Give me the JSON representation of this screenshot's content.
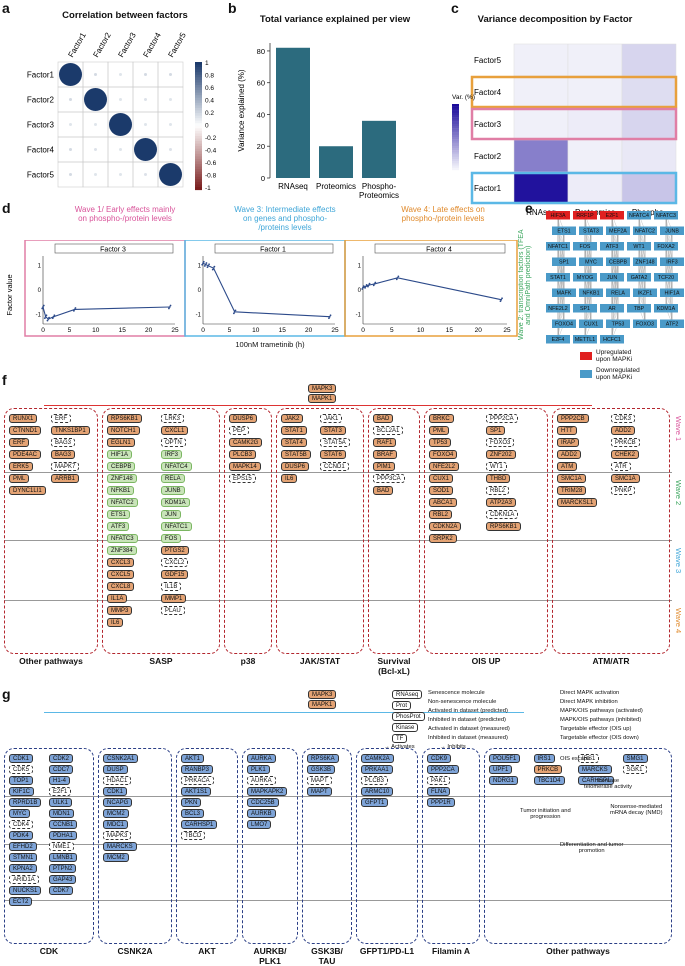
{
  "panels": {
    "a": {
      "letter": "a",
      "title": "Correlation between factors",
      "factors": [
        "Factor1",
        "Factor2",
        "Factor3",
        "Factor4",
        "Factor5"
      ],
      "colorbar_ticks": [
        "1",
        "0.8",
        "0.6",
        "0.4",
        "0.2",
        "0",
        "-0.2",
        "-0.4",
        "-0.6",
        "-0.8",
        "-1"
      ],
      "colors": {
        "positive": "#1b3a6b",
        "negative": "#7a1f1f",
        "weak": "#d6e6f2"
      }
    },
    "b": {
      "letter": "b",
      "title": "Total variance explained per view",
      "ylabel": "Variance explained (%)",
      "color": "#2c6b7e"
    },
    "c": {
      "letter": "c",
      "title": "Variance decomposition by Factor",
      "factors": [
        "Factor5",
        "Factor4",
        "Factor3",
        "Factor2",
        "Factor1"
      ],
      "views": [
        "RNAseq",
        "Proteomics",
        "Phospho-\nProteomics"
      ],
      "legend_title": "Var. (%)",
      "highlight_colors": {
        "Factor4": "#e8a03c",
        "Factor3": "#e07ea5",
        "Factor1": "#5bb8e6"
      }
    },
    "d": {
      "letter": "d",
      "wave1": "Wave 1/ Early effects mainly\non phospho-/protein levels",
      "wave3": "Wave 3: Intermediate effects\non genes and phospho-\n/proteins levels",
      "wave4": "Wave 4: Late effects on\nphospho-/protein levels",
      "ylabel": "Factor value",
      "xlabel": "100nM trametinib (h)",
      "plots": [
        {
          "name": "Factor 3",
          "border": "#e07ea5"
        },
        {
          "name": "Factor 1",
          "border": "#5bb8e6"
        },
        {
          "name": "Factor 4",
          "border": "#e8a03c"
        }
      ],
      "x_ticks": [
        "0",
        "5",
        "10",
        "15",
        "20",
        "25"
      ]
    },
    "e": {
      "letter": "e",
      "side_label": "Wave 2: transcription factors (TFEA\nand OmniPath prediction)",
      "legend_up": "Upregulated\nupon MAPKi",
      "legend_down": "Downregulated\nupon MAPKi",
      "up_color": "#e02020",
      "down_color": "#4a9ac8",
      "nodes_up": [
        "HIF3A",
        "RRF1P",
        "E2F1"
      ],
      "nodes_down": [
        "NFATC4",
        "NFATC3",
        "ETS1",
        "STAT3",
        "MEF2A",
        "NFATC2",
        "JUNB",
        "NFATC1",
        "FOS",
        "ATF3",
        "WT1",
        "FOXA2",
        "SP1",
        "MYC",
        "CEBPB",
        "ZNF148",
        "IRF3",
        "STAT1",
        "MYOG",
        "JUN",
        "GATA2",
        "TCF20",
        "MAFK",
        "NFKB1",
        "RELA",
        "IKZF1",
        "HIF1A",
        "NFE2L2",
        "SP1",
        "AR",
        "TBP",
        "KDM1A",
        "FOXO4",
        "CUX1",
        "TP53",
        "FOXO3",
        "ATF2",
        "E2F4",
        "METTL1",
        "HCFC1"
      ]
    },
    "f": {
      "letter": "f",
      "top_nodes": [
        "MAPK3",
        "MAPK1"
      ],
      "groups": [
        "Other pathways",
        "SASP",
        "p38",
        "JAK/STAT",
        "Survival\n(Bcl-xL)",
        "OIS UP",
        "ATM/ATR"
      ],
      "waves": [
        "Wave 1",
        "Wave 2",
        "Wave 3",
        "Wave 4"
      ],
      "nodes": {
        "other": [
          "RUNX1",
          "ERF",
          "CTNND1",
          "TNKS1BP1",
          "ERF",
          "BAG3",
          "PDE4AC",
          "BAG3",
          "ERK5",
          "MAPK7",
          "PML",
          "ARRB1",
          "DYNC1LI1"
        ],
        "sasp": [
          "RPS6KB1",
          "LRK3",
          "NOTCH1",
          "CXCL1",
          "EGLN1",
          "OPTN",
          "HIF1A",
          "IRF3",
          "CEBPB",
          "NFATC4",
          "ZNF148",
          "RELA",
          "NFKB1",
          "JUNB",
          "NFATC2",
          "KDM1A",
          "ETS1",
          "JUN",
          "ATF3",
          "NFATC1",
          "NFATC3",
          "FOS",
          "ZNF384",
          "PTGS2",
          "CXCL3",
          "CXCL2",
          "CXCL5",
          "GDF15",
          "CXCL8",
          "IL1B",
          "IL1A",
          "MMP1",
          "MMP3",
          "PLAU",
          "IL6"
        ],
        "p38": [
          "DUSP6",
          "PEP",
          "CAMK2G",
          "PLCB3",
          "MAPK14",
          "EPS15"
        ],
        "jak": [
          "JAK2",
          "JAK1",
          "STAT1",
          "STAT3",
          "STAT4",
          "STAT5A",
          "STAT5B",
          "STAT6",
          "DUSP6",
          "CCND1",
          "IL6"
        ],
        "survival": [
          "BAD",
          "BCL2A1",
          "RAF1",
          "BRAF",
          "PIM1",
          "PPP3CA",
          "BAD"
        ],
        "ois": [
          "BRKC",
          "PPP2CA",
          "PML",
          "SP1",
          "TP53",
          "FOXO3",
          "FOXO4",
          "ZNF202",
          "NFE2L2",
          "WT1",
          "CUX1",
          "THBD",
          "SOD1",
          "RBL2",
          "ABCA1",
          "ATP2A3",
          "RBL2",
          "CDKN1A",
          "CDKN2A",
          "RPS6KB1",
          "SRPK2"
        ],
        "atm": [
          "PPP2CB",
          "CDK3",
          "HTT",
          "ADD2",
          "IRAP",
          "PRKCB",
          "ADD2",
          "CHEK2",
          "ATM",
          "ATR",
          "SMC1A",
          "SMC1A",
          "TRIM28",
          "PNKP",
          "MARCKSL1"
        ]
      }
    },
    "g": {
      "letter": "g",
      "top_nodes": [
        "MAPK3",
        "MAPK1"
      ],
      "groups": [
        "CDK",
        "CSNK2A",
        "AKT",
        "AURKB/\nPLK1",
        "GSK3B/\nTAU",
        "GFPT1/PD-L1",
        "Filamin A",
        "Other pathways"
      ],
      "legend": {
        "molecule_types": [
          "RNAseq",
          "Prot",
          "PhosProt",
          "Kinase",
          "TF"
        ],
        "senescence": "Senescence molecule",
        "non_senescence": "Non-senescence molecule",
        "activated_pred": "Activated in dataset (predicted)",
        "inhibited_pred": "Inhibited in dataset (predicted)",
        "activated_meas": "Activated in dataset (measured)",
        "inhibited_meas": "Inhibited in dataset (measured)",
        "activates": "Activates",
        "inhibits": "Inhibits",
        "direct_act": "Direct MAPK activation",
        "direct_inh": "Direct MAPK inhibition",
        "mapk_act": "MAPK/OIS pathways (activated)",
        "mapk_inh": "MAPK/OIS pathways (inhibited)",
        "target_up": "Targetable effector (OIS up)",
        "target_down": "Targetable effector (OIS down)"
      },
      "annotations": [
        "OIS escape",
        "Increase\ntelomerase activity",
        "Tumor initiation and\nprogression",
        "Nonsense-mediated\nmRNA decay (NMD)",
        "Differentiation and tumor\npromotion"
      ],
      "nodes": {
        "cdk": [
          "CDK1",
          "CDK2",
          "CDK5",
          "CDC7",
          "TOP1",
          "H1-4",
          "KIF1C",
          "E2F1",
          "RPRD1B",
          "ULK1",
          "MYC",
          "MDN1",
          "CDK4",
          "CCNB1",
          "PDK4",
          "PDHA1",
          "EFHD2",
          "NME1",
          "STMN1",
          "LMNB1",
          "KPNA2",
          "PTPN2",
          "ARID1A",
          "GAP43",
          "NUCKS1",
          "CDK7",
          "ECT2"
        ],
        "csnk": [
          "CSNK2A1",
          "DUSP",
          "HDAC1",
          "CDK1",
          "NCAPG",
          "MCM2",
          "MDC1",
          "MAPK3",
          "MARCKS",
          "MCM2"
        ],
        "akt": [
          "AKT1",
          "RANBP3",
          "PRKACA",
          "AKT1S1",
          "PKN",
          "BCL3",
          "CARHSP1",
          "TBCD"
        ],
        "aurkb": [
          "AURKA",
          "PLK1",
          "AURKA",
          "MAPKAPK2",
          "CDC25B",
          "AURKB",
          "LMO7"
        ],
        "gsk": [
          "RPS6KA",
          "GSK3B",
          "MAPT",
          "MAPT"
        ],
        "gfpt": [
          "CAMK2A",
          "PRKAA1",
          "PLCB3",
          "ARMC10",
          "GFPT1"
        ],
        "filamin": [
          "CDK9",
          "PPP2CA",
          "PAK1",
          "FLNA",
          "PPP1R"
        ],
        "other": [
          "POU5F1",
          "IRS1",
          "IRS1",
          "SMG1",
          "UPF1",
          "PRKCB",
          "MARCKS",
          "SGK1",
          "NDRG1",
          "TBC1D4",
          "CARHSP1"
        ]
      }
    }
  },
  "chart_data": [
    {
      "type": "heatmap",
      "title": "Correlation between factors",
      "x": [
        "Factor1",
        "Factor2",
        "Factor3",
        "Factor4",
        "Factor5"
      ],
      "y": [
        "Factor1",
        "Factor2",
        "Factor3",
        "Factor4",
        "Factor5"
      ],
      "values": [
        [
          1.0,
          0.1,
          0.02,
          0.1,
          0.1
        ],
        [
          0.1,
          1.0,
          0.02,
          0.04,
          0.02
        ],
        [
          0.02,
          0.02,
          1.0,
          0.02,
          0.02
        ],
        [
          0.1,
          0.04,
          0.02,
          1.0,
          0.04
        ],
        [
          0.1,
          0.02,
          0.02,
          0.04,
          1.0
        ]
      ],
      "color_range": [
        -1,
        1
      ]
    },
    {
      "type": "bar",
      "title": "Total variance explained per view",
      "categories": [
        "RNAseq",
        "Proteomics",
        "Phospho-\nProteomics"
      ],
      "values": [
        82,
        20,
        36
      ],
      "ylabel": "Variance explained (%)",
      "ylim": [
        0,
        85
      ],
      "yticks": [
        0,
        20,
        40,
        60,
        80
      ]
    },
    {
      "type": "heatmap",
      "title": "Variance decomposition by Factor",
      "x": [
        "RNAseq",
        "Proteomics",
        "Phospho-\nProteomics"
      ],
      "y": [
        "Factor5",
        "Factor4",
        "Factor3",
        "Factor2",
        "Factor1"
      ],
      "values": [
        [
          1,
          1,
          8
        ],
        [
          1,
          1,
          6
        ],
        [
          1,
          2,
          8
        ],
        [
          30,
          1,
          3
        ],
        [
          58,
          2,
          12
        ]
      ],
      "legend_title": "Var. (%)"
    },
    {
      "type": "line",
      "title": "Factor 3",
      "x": [
        0,
        0.5,
        1,
        2,
        6,
        24
      ],
      "y": [
        -0.7,
        -1.1,
        -1.2,
        -1.1,
        -0.8,
        -0.7
      ],
      "xlabel": "100nM trametinib (h)",
      "ylabel": "Factor value"
    },
    {
      "type": "line",
      "title": "Factor 1",
      "x": [
        0,
        0.5,
        1,
        2,
        6,
        24
      ],
      "y": [
        1.1,
        1.05,
        1.0,
        0.9,
        -0.9,
        -1.1
      ],
      "xlabel": "100nM trametinib (h)"
    },
    {
      "type": "line",
      "title": "Factor 4",
      "x": [
        0,
        0.5,
        1,
        2,
        6,
        24
      ],
      "y": [
        0.1,
        0.15,
        0.2,
        0.25,
        0.5,
        -0.4
      ],
      "xlabel": "100nM trametinib (h)"
    }
  ]
}
